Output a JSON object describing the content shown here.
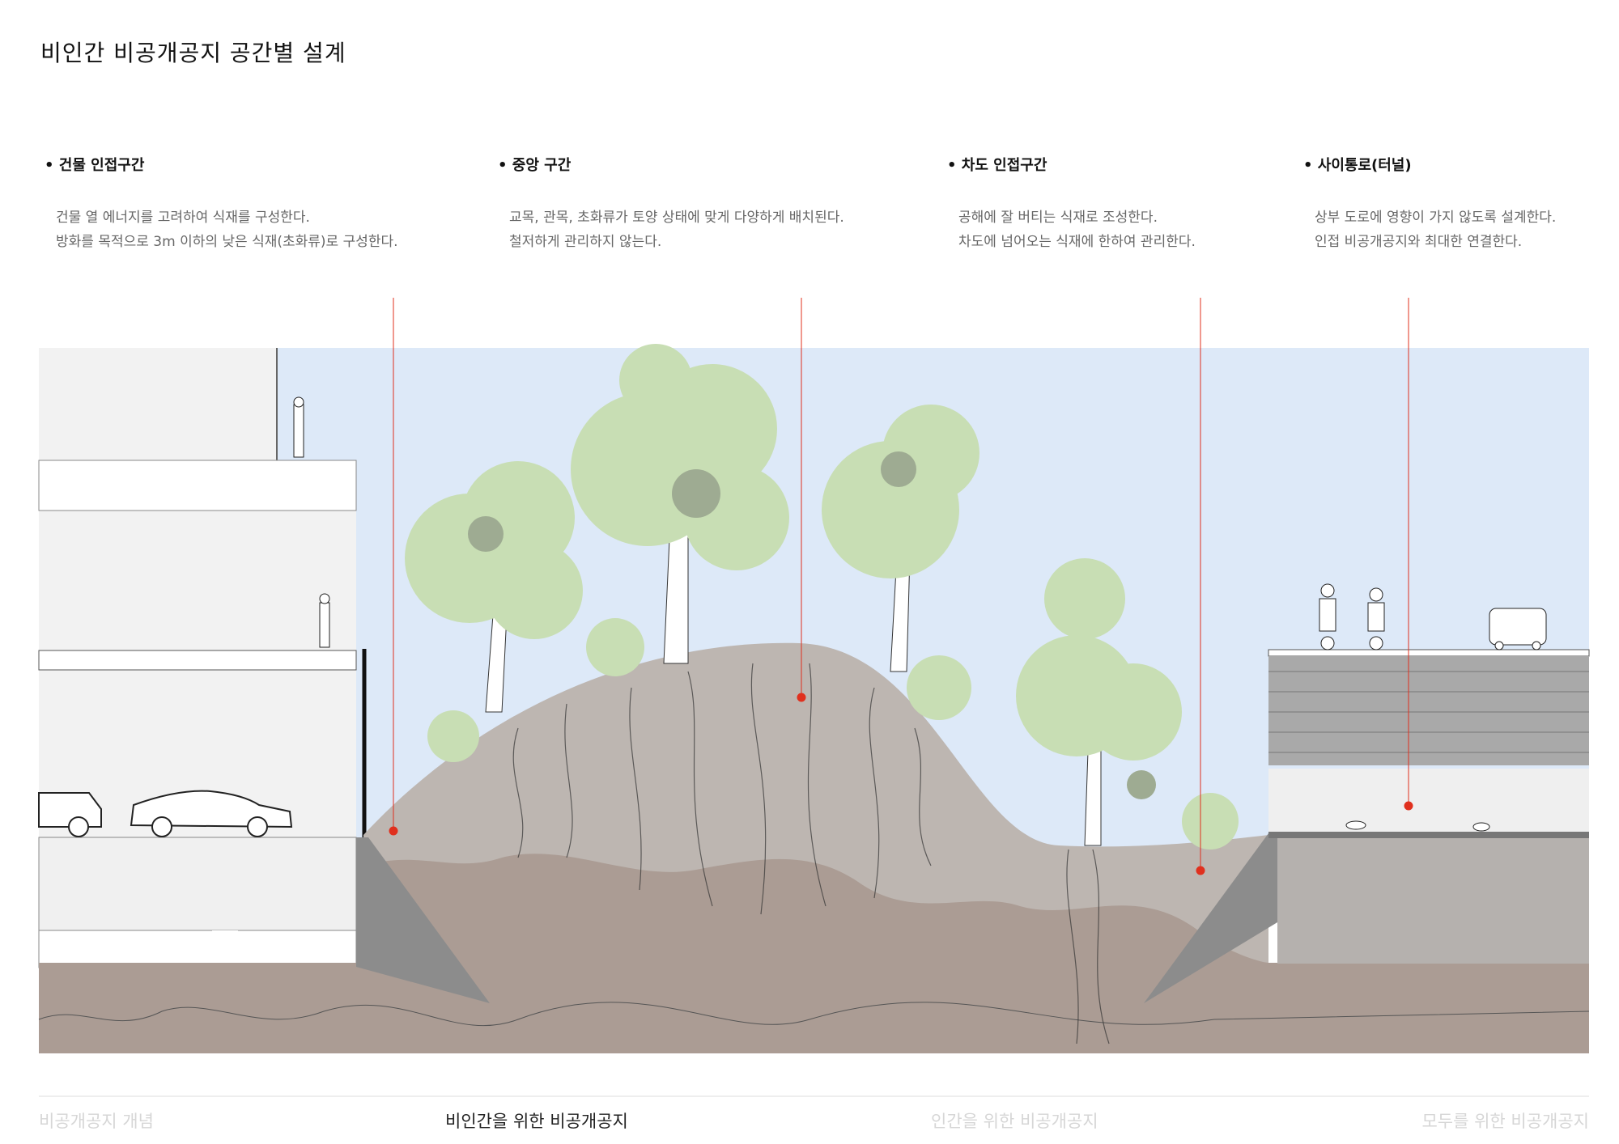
{
  "title": "비인간 비공개공지 공간별 설계",
  "zones": [
    {
      "heading": "건물 인접구간",
      "lines": [
        "건물 열 에너지를 고려하여 식재를 구성한다.",
        "방화를 목적으로 3m 이하의 낮은 식재(초화류)로 구성한다."
      ]
    },
    {
      "heading": "중앙 구간",
      "lines": [
        "교목, 관목, 초화류가 토양 상태에 맞게 다양하게 배치된다.",
        "철저하게 관리하지 않는다."
      ]
    },
    {
      "heading": "차도 인접구간",
      "lines": [
        "공해에 잘 버티는 식재로 조성한다.",
        "차도에 넘어오는 식재에 한하여 관리한다."
      ]
    },
    {
      "heading": "사이통로(터널)",
      "lines": [
        "상부 도로에 영향이 가지 않도록 설계한다.",
        "인접 비공개공지와 최대한 연결한다."
      ]
    }
  ],
  "footer_nav": [
    {
      "label": "비공개공지 개념",
      "active": false
    },
    {
      "label": "비인간을 위한 비공개공지",
      "active": true
    },
    {
      "label": "인간을 위한 비공개공지",
      "active": false
    },
    {
      "label": "모두를 위한 비공개공지",
      "active": false
    }
  ],
  "colors": {
    "sky": "#dde9f8",
    "hill": "#bdb6b1",
    "soil": "#ab9c94",
    "foliage": "#c8deb4",
    "foliage_dark": "#9eab92",
    "marker": "#e0301e"
  }
}
